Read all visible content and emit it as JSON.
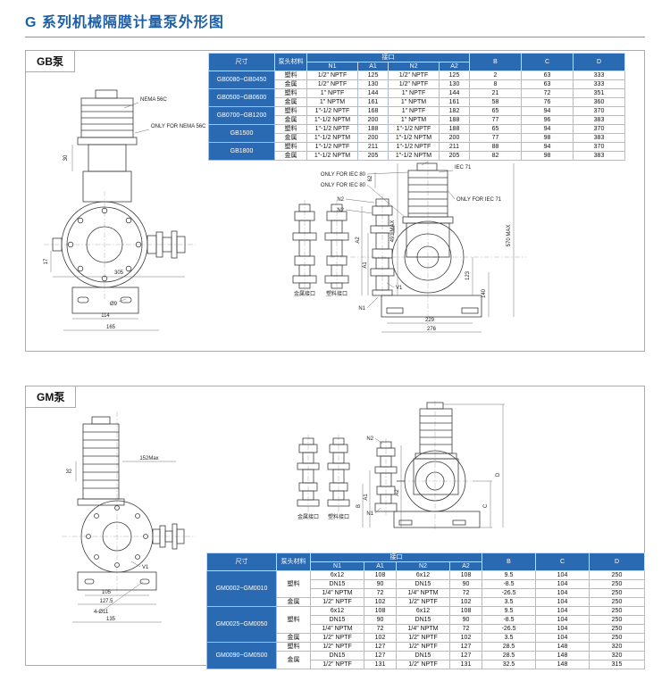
{
  "page": {
    "title": "G 系列机械隔膜计量泵外形图"
  },
  "gb_panel": {
    "tab": "GB泵",
    "table": {
      "headers": {
        "size": "尺寸",
        "material": "泵头材料",
        "port": "接口",
        "n1": "N1",
        "a1": "A1",
        "n2": "N2",
        "a2": "A2",
        "b": "B",
        "c": "C",
        "d": "D"
      },
      "groups": [
        {
          "size": "GB0080~GB0450",
          "rows": [
            [
              "塑料",
              "1/2\" NPTF",
              "125",
              "1/2\" NPTF",
              "125",
              "2",
              "63",
              "333"
            ],
            [
              "金属",
              "1/2\" NPTF",
              "130",
              "1/2\" NPTF",
              "130",
              "8",
              "63",
              "333"
            ]
          ]
        },
        {
          "size": "GB0500~GB0600",
          "rows": [
            [
              "塑料",
              "1\" NPTF",
              "144",
              "1\" NPTF",
              "144",
              "21",
              "72",
              "351"
            ],
            [
              "金属",
              "1\" NPTM",
              "161",
              "1\" NPTM",
              "161",
              "58",
              "76",
              "360"
            ]
          ]
        },
        {
          "size": "GB0700~GB1200",
          "rows": [
            [
              "塑料",
              "1\"-1/2 NPTF",
              "168",
              "1\" NPTF",
              "182",
              "65",
              "94",
              "370"
            ],
            [
              "金属",
              "1\"-1/2 NPTM",
              "200",
              "1\" NPTM",
              "188",
              "77",
              "96",
              "383"
            ]
          ]
        },
        {
          "size": "GB1500",
          "rows": [
            [
              "塑料",
              "1\"-1/2 NPTF",
              "188",
              "1\"-1/2 NPTF",
              "188",
              "65",
              "94",
              "370"
            ],
            [
              "金属",
              "1\"-1/2 NPTM",
              "200",
              "1\"-1/2 NPTM",
              "200",
              "77",
              "98",
              "383"
            ]
          ]
        },
        {
          "size": "GB1800",
          "rows": [
            [
              "塑料",
              "1\"-1/2 NPTF",
              "211",
              "1\"-1/2 NPTF",
              "211",
              "88",
              "94",
              "370"
            ],
            [
              "金属",
              "1\"-1/2 NPTM",
              "205",
              "1\"-1/2 NPTM",
              "205",
              "82",
              "98",
              "383"
            ]
          ]
        }
      ]
    },
    "front_labels": {
      "nema": "NEMA 56C",
      "only_nema": "ONLY FOR NEMA 56C",
      "dim_30": "30",
      "dim_17": "17",
      "dim_305": "305",
      "dia_9": "Ø9",
      "dim_114": "114",
      "dim_165": "165"
    },
    "side_labels": {
      "iec_80": "IEC 80",
      "iec_71": "IEC 71",
      "only_iec80_a": "ONLY FOR IEC 80",
      "only_iec80_b": "ONLY FOR IEC 80",
      "only_iec71": "ONLY FOR IEC 71",
      "max_570": "570 MAX",
      "max_491": "491 MAX",
      "n2_a": "N2",
      "n2_b": "N2",
      "n1": "N1",
      "a1": "A1",
      "a2": "A2",
      "dim_62": "62",
      "dim_123": "123",
      "dim_140": "140",
      "dim_229": "229",
      "dim_276": "276",
      "v1": "V1",
      "metal_port": "金属接口",
      "plastic_port": "塑料接口"
    }
  },
  "gm_panel": {
    "tab": "GM泵",
    "table": {
      "headers": {
        "size": "尺寸",
        "material": "泵头材料",
        "port": "接口",
        "n1": "N1",
        "a1": "A1",
        "n2": "N2",
        "a2": "A2",
        "b": "B",
        "c": "C",
        "d": "D"
      },
      "groups": [
        {
          "size": "GM0002~GM0010",
          "rows": [
            [
              "塑料",
              "6x12",
              "108",
              "6x12",
              "108",
              "9.5",
              "104",
              "250"
            ],
            [
              "",
              "DN15",
              "90",
              "DN15",
              "90",
              "-8.5",
              "104",
              "250"
            ],
            [
              "",
              "1/4\" NPTM",
              "72",
              "1/4\" NPTM",
              "72",
              "-26.5",
              "104",
              "250"
            ],
            [
              "金属",
              "1/2\" NPTF",
              "102",
              "1/2\" NPTF",
              "102",
              "3.5",
              "104",
              "250"
            ]
          ]
        },
        {
          "size": "GM0025~GM0050",
          "rows": [
            [
              "塑料",
              "6x12",
              "108",
              "6x12",
              "108",
              "9.5",
              "104",
              "250"
            ],
            [
              "",
              "DN15",
              "90",
              "DN15",
              "90",
              "-8.5",
              "104",
              "250"
            ],
            [
              "",
              "1/4\" NPTM",
              "72",
              "1/4\" NPTM",
              "72",
              "-26.5",
              "104",
              "250"
            ],
            [
              "金属",
              "1/2\" NPTF",
              "102",
              "1/2\" NPTF",
              "102",
              "3.5",
              "104",
              "250"
            ]
          ]
        },
        {
          "size": "GM0090~GM0500",
          "rows": [
            [
              "塑料",
              "1/2\" NPTF",
              "127",
              "1/2\" NPTF",
              "127",
              "28.5",
              "148",
              "320"
            ],
            [
              "金属",
              "DN15",
              "127",
              "DN15",
              "127",
              "28.5",
              "148",
              "320"
            ],
            [
              "",
              "1/2\" NPTF",
              "131",
              "1/2\" NPTF",
              "131",
              "32.5",
              "148",
              "315"
            ]
          ]
        }
      ]
    },
    "front_labels": {
      "max_152": "152Max",
      "dim_32": "32",
      "dim_105": "105",
      "dim_127_5": "127.5",
      "holes": "4-Ø11",
      "dim_135": "135",
      "v1": "V1"
    },
    "side_labels": {
      "metal_port": "金属接口",
      "plastic_port": "塑料接口",
      "n1": "N1",
      "n2": "N2",
      "a1": "A1",
      "a2": "A2",
      "b": "B",
      "c": "C",
      "d": "D"
    }
  }
}
